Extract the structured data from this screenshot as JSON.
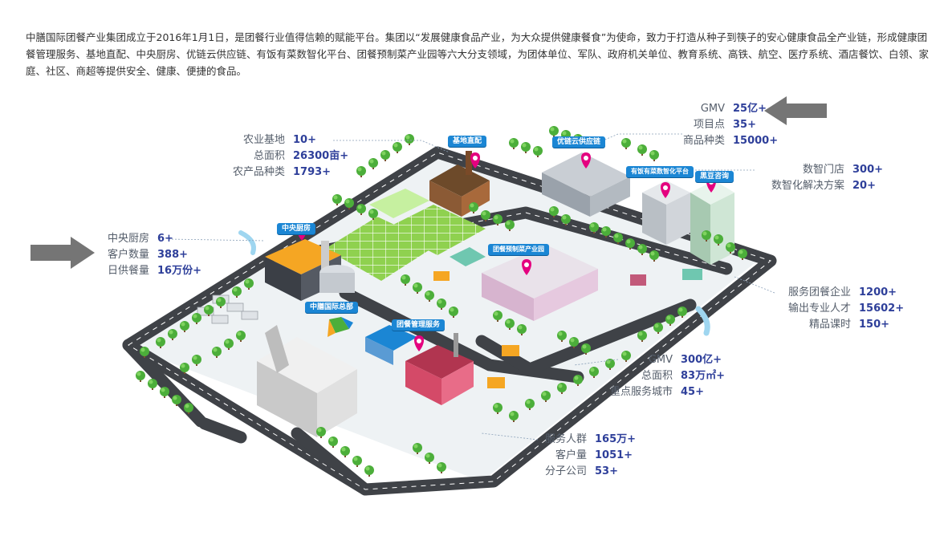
{
  "intro_text": "中膳国际团餐产业集团成立于2016年1月1日，是团餐行业值得信赖的赋能平台。集团以“发展健康食品产业，为大众提供健康餐食”为使命，致力于打造从种子到筷子的安心健康食品全产业链，形成健康团餐管理服务、基地直配、中央厨房、优链云供应链、有饭有菜数智化平台、团餐预制菜产业园等六大分支领域，为团体单位、军队、政府机关单位、教育系统、高铁、航空、医疗系统、酒店餐饮、白领、家庭、社区、商超等提供安全、健康、便捷的食品。",
  "tags": {
    "base": "基地直配",
    "supply": "优链云供应链",
    "digital": "有饭有菜数智化平台",
    "heidou": "黑豆咨询",
    "kitchen": "中央厨房",
    "industrial": "团餐预制菜产业园",
    "hq": "中膳国际总部",
    "management": "团餐管理服务"
  },
  "stats": {
    "agri": [
      {
        "label": "农业基地",
        "value": "10+"
      },
      {
        "label": "总面积",
        "value": "26300亩+"
      },
      {
        "label": "农产品种类",
        "value": "1793+"
      }
    ],
    "supply": [
      {
        "label": "GMV",
        "value": "25亿+"
      },
      {
        "label": "项目点",
        "value": "35+"
      },
      {
        "label": "商品种类",
        "value": "15000+"
      }
    ],
    "digital": [
      {
        "label": "数智门店",
        "value": "300+"
      },
      {
        "label": "数智化解决方案",
        "value": "20+"
      }
    ],
    "kitchen": [
      {
        "label": "中央厨房",
        "value": "6+"
      },
      {
        "label": "客户数量",
        "value": "388+"
      },
      {
        "label": "日供餐量",
        "value": "16万份+"
      }
    ],
    "consulting": [
      {
        "label": "服务团餐企业",
        "value": "1200+"
      },
      {
        "label": "输出专业人才",
        "value": "15602+"
      },
      {
        "label": "精品课时",
        "value": "150+"
      }
    ],
    "industrial": [
      {
        "label": "GMV",
        "value": "300亿+"
      },
      {
        "label": "总面积",
        "value": "83万㎡+"
      },
      {
        "label": "重点服务城市",
        "value": "45+"
      }
    ],
    "management": [
      {
        "label": "服务人群",
        "value": "165万+"
      },
      {
        "label": "客户量",
        "value": "1051+"
      },
      {
        "label": "分子公司",
        "value": "53+"
      }
    ]
  },
  "colors": {
    "road": "#3f4247",
    "field": "#7ac943",
    "tree": "#4cae3a",
    "tag": "#1b86d4",
    "pin": "#e4007f",
    "label": "#555e6b",
    "value": "#2e3f9a",
    "arrow": "#757575"
  }
}
